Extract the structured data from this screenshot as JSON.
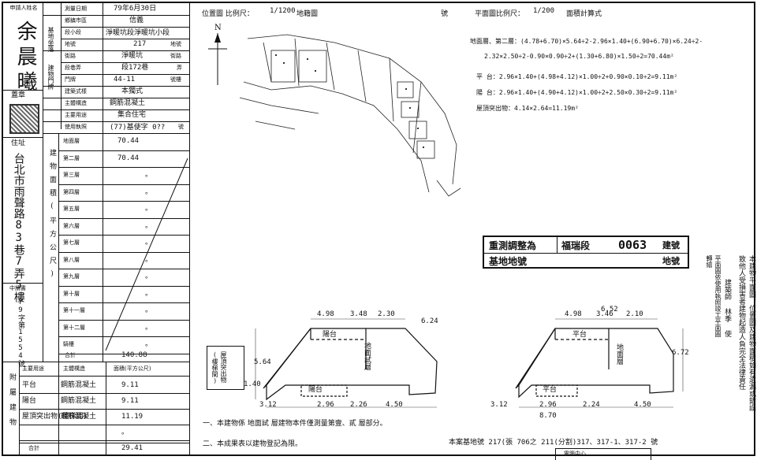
{
  "left_table": {
    "applicant_label": "申請人姓名",
    "applicant_name": "余晨曦",
    "stamp_label": "蓋章",
    "address_label": "住址",
    "address_value": "台北市雨聲路83巷7弄5樓",
    "survey_date_label": "測量日期",
    "survey_date_value": "79年6月30日",
    "township_label": "鄉鎮市區",
    "township_value": "信義",
    "section_label": "段小段",
    "section_value": "淨暖坑段淨暖坑小段",
    "lot_label": "地號",
    "lot_value": "217",
    "lot_unit": "地號",
    "land_location_label": "基地坐落",
    "building_label": "建物門牌",
    "street_label": "街路",
    "street_value": "淨暖坑",
    "street_unit": "街路",
    "lane_label": "段巷弄",
    "lane_value": "段172巷",
    "lane_unit": "弄",
    "number_label": "門牌",
    "number_value": "44-11",
    "number_unit": "號樓",
    "building_style_label": "建築式樣",
    "building_style_value": "本獨式",
    "main_structure_label": "主體構造",
    "main_structure_value": "鋼筋混凝土",
    "main_use_label": "主要用途",
    "main_use_value": "集合住宅",
    "permit_label": "使用執照",
    "permit_value": "(77)基使字 0??",
    "permit_unit": "號",
    "area_label": "建物面積(平方公尺)",
    "floors": [
      {
        "label": "地面層",
        "value": "70.44"
      },
      {
        "label": "第二層",
        "value": "70.44"
      },
      {
        "label": "第三層",
        "value": "。"
      },
      {
        "label": "第四層",
        "value": "。"
      },
      {
        "label": "第五層",
        "value": "。"
      },
      {
        "label": "第六層",
        "value": "。"
      },
      {
        "label": "第七層",
        "value": "。"
      },
      {
        "label": "第八層",
        "value": "。"
      },
      {
        "label": "第九層",
        "value": "。"
      },
      {
        "label": "第十層",
        "value": "。"
      },
      {
        "label": "第十一層",
        "value": "。"
      },
      {
        "label": "第十二層",
        "value": "。"
      },
      {
        "label": "騎樓",
        "value": "。"
      }
    ],
    "total_floor_label": "合計",
    "total_floor_value": "140.88",
    "doc_no_label": "中請書",
    "doc_no_value": "79字第1554號",
    "accessory_label": "附屬建物",
    "accessory_headers": [
      "主要用途",
      "主體構造",
      "面積(平方公尺)"
    ],
    "accessories": [
      {
        "use": "平台",
        "structure": "鋼筋混凝土",
        "area": "9.11"
      },
      {
        "use": "陽台",
        "structure": "鋼筋混凝土",
        "area": "9.11"
      },
      {
        "use": "屋頂突出物(樓梯間)",
        "structure": "鋼筋混凝土",
        "area": "11.19"
      },
      {
        "use": "",
        "structure": "",
        "area": "。"
      }
    ],
    "accessory_total_label": "合計",
    "accessory_total_value": "29.41"
  },
  "site_plan": {
    "title": "位置圖 比例尺：",
    "scale": "1/1200",
    "unit_label": "地籍圖",
    "number_suffix": "號",
    "north": "N"
  },
  "floor_plan": {
    "title": "平面圖比例尺：",
    "scale": "1/200",
    "unit_label": "面積計算式"
  },
  "calculations": [
    "地面層、第二層：(4.78+6.70)×5.64÷2-2.96×1.40+(6.90+6.70)×6.24÷2-",
    "2.32×2.50÷2-0.90×0.90÷2+(1.30+6.80)×1.50÷2=70.44m²",
    "平 台：2.96×1.40+(4.98+4.12)×1.00÷2+0.90×0.10÷2=9.11m²",
    "陽 台：2.96×1.40+(4.90+4.12)×1.00÷2+2.50×0.30÷2=9.11m²",
    "屋頂突出物：4.14×2.64=11.19m²"
  ],
  "stamp": {
    "line1": "重測調整為",
    "section": "福瑞段",
    "number": "0063",
    "suffix1": "建號",
    "line2": "基地地號",
    "suffix2": "地號"
  },
  "plan_left_labels": {
    "balcony": "陽台",
    "floor": "地面試層",
    "platform": "陽台",
    "roof_box": "屋頂突出物(樓梯間)"
  },
  "plan_right_labels": {
    "balcony": "平台",
    "floor": "地面層",
    "platform": "平台"
  },
  "dims_left": [
    "4.98",
    "3.48",
    "2.30",
    "6.24",
    "3.12",
    "2.96",
    "2.26",
    "4.50",
    "5.64",
    "1.40"
  ],
  "dims_right": [
    "6.52",
    "4.98",
    "3.46",
    "2.10",
    "6.72",
    "3.12",
    "2.96",
    "2.24",
    "4.50",
    "8.70"
  ],
  "notes": [
    "一、本建物係 地面試 層建物本件僅測量第壹、貳 層部分。",
    "二、本成果表以建物登記為限。"
  ],
  "right_note_1": "本建物平面圖、位置圖及建物面積如有遺漏或錯誤致他人受損害者建物起造人負完全法律責任",
  "right_note_2": "建築師 林季 使",
  "right_note_3": "平面圖依使用執照竣工平面圖轉繪",
  "footer_right": "本案基地號 217(張 706之 211(分割)317、317-1、317-2 號",
  "stamp_bottom": "電腦中心"
}
